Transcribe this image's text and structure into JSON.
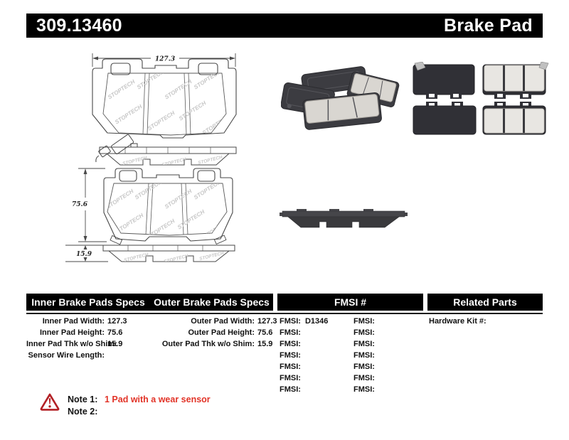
{
  "header": {
    "part_number": "309.13460",
    "product_type": "Brake Pad"
  },
  "drawing": {
    "width_dim": "127.3",
    "height_dim": "75.6",
    "thickness_dim": "15.9",
    "watermark": "STOPTECH"
  },
  "table": {
    "headers": {
      "inner": "Inner Brake Pads Specs",
      "outer": "Outer Brake Pads Specs",
      "fmsi": "FMSI #",
      "related": "Related Parts"
    },
    "inner_specs": [
      {
        "label": "Inner Pad Width:",
        "value": "127.3"
      },
      {
        "label": "Inner Pad Height:",
        "value": "75.6"
      },
      {
        "label": "Inner Pad Thk w/o Shim:",
        "value": "15.9"
      },
      {
        "label": "Sensor Wire Length:",
        "value": ""
      }
    ],
    "outer_specs": [
      {
        "label": "Outer Pad Width:",
        "value": "127.3"
      },
      {
        "label": "Outer Pad Height:",
        "value": "75.6"
      },
      {
        "label": "Outer Pad Thk w/o Shim:",
        "value": "15.9"
      }
    ],
    "fmsi_col1": [
      {
        "label": "FMSI:",
        "value": "D1346"
      },
      {
        "label": "FMSI:",
        "value": ""
      },
      {
        "label": "FMSI:",
        "value": ""
      },
      {
        "label": "FMSI:",
        "value": ""
      },
      {
        "label": "FMSI:",
        "value": ""
      },
      {
        "label": "FMSI:",
        "value": ""
      },
      {
        "label": "FMSI:",
        "value": ""
      }
    ],
    "fmsi_col2": [
      {
        "label": "FMSI:",
        "value": ""
      },
      {
        "label": "FMSI:",
        "value": ""
      },
      {
        "label": "FMSI:",
        "value": ""
      },
      {
        "label": "FMSI:",
        "value": ""
      },
      {
        "label": "FMSI:",
        "value": ""
      },
      {
        "label": "FMSI:",
        "value": ""
      },
      {
        "label": "FMSI:",
        "value": ""
      }
    ],
    "related_parts": [
      {
        "label": "Hardware Kit #:",
        "value": ""
      }
    ]
  },
  "notes": {
    "note1_label": "Note 1:",
    "note1_text": "1 Pad with a wear sensor",
    "note2_label": "Note 2:",
    "note2_text": ""
  },
  "colors": {
    "header_bar_bg": "#000000",
    "header_bar_text": "#ffffff",
    "note_red": "#e23327",
    "warning_red": "#b32025",
    "watermark_gray": "#c7c7c7",
    "backing_plate_dark": "#303036",
    "friction_light": "#e8e6e2"
  }
}
